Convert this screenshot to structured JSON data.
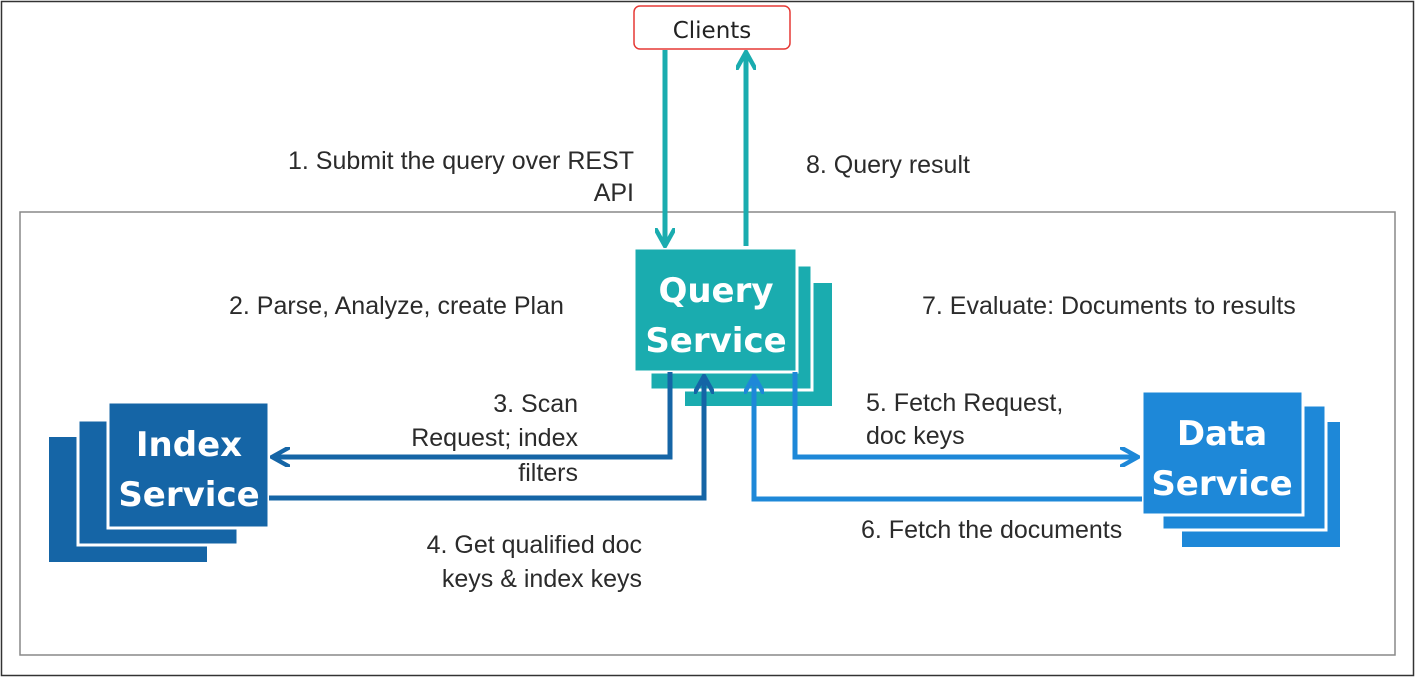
{
  "clients": {
    "label": "Clients"
  },
  "query_service": {
    "line1": "Query",
    "line2": "Service"
  },
  "index_service": {
    "line1": "Index",
    "line2": "Service"
  },
  "data_service": {
    "line1": "Data",
    "line2": "Service"
  },
  "steps": {
    "s1": {
      "line1": "1. Submit the query over REST",
      "line2": "API"
    },
    "s2": {
      "line1": "2. Parse, Analyze, create Plan"
    },
    "s3": {
      "line1": "3.  Scan",
      "line2": "Request; index",
      "line3": "filters"
    },
    "s4": {
      "line1": "4. Get qualified doc",
      "line2": "keys & index keys"
    },
    "s5": {
      "line1": "5. Fetch Request,",
      "line2": "doc keys"
    },
    "s6": {
      "line1": "6. Fetch the documents"
    },
    "s7": {
      "line1": "7. Evaluate: Documents to results"
    },
    "s8": {
      "line1": "8. Query result"
    }
  },
  "colors": {
    "teal": "#1aacaf",
    "index_blue": "#1565a6",
    "data_blue": "#1e88d8",
    "clients_border": "#e53935",
    "frame": "#888888"
  }
}
